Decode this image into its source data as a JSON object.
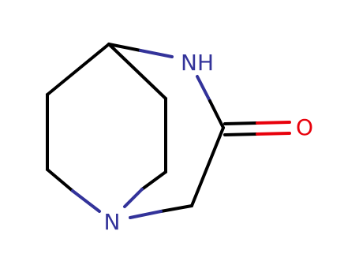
{
  "molecule": {
    "atoms": {
      "nh_label": "NH",
      "o_label": "O",
      "n_label": "N"
    },
    "colors": {
      "bond": "#000000",
      "nitrogen": "#33339a",
      "oxygen": "#e8000b"
    }
  }
}
